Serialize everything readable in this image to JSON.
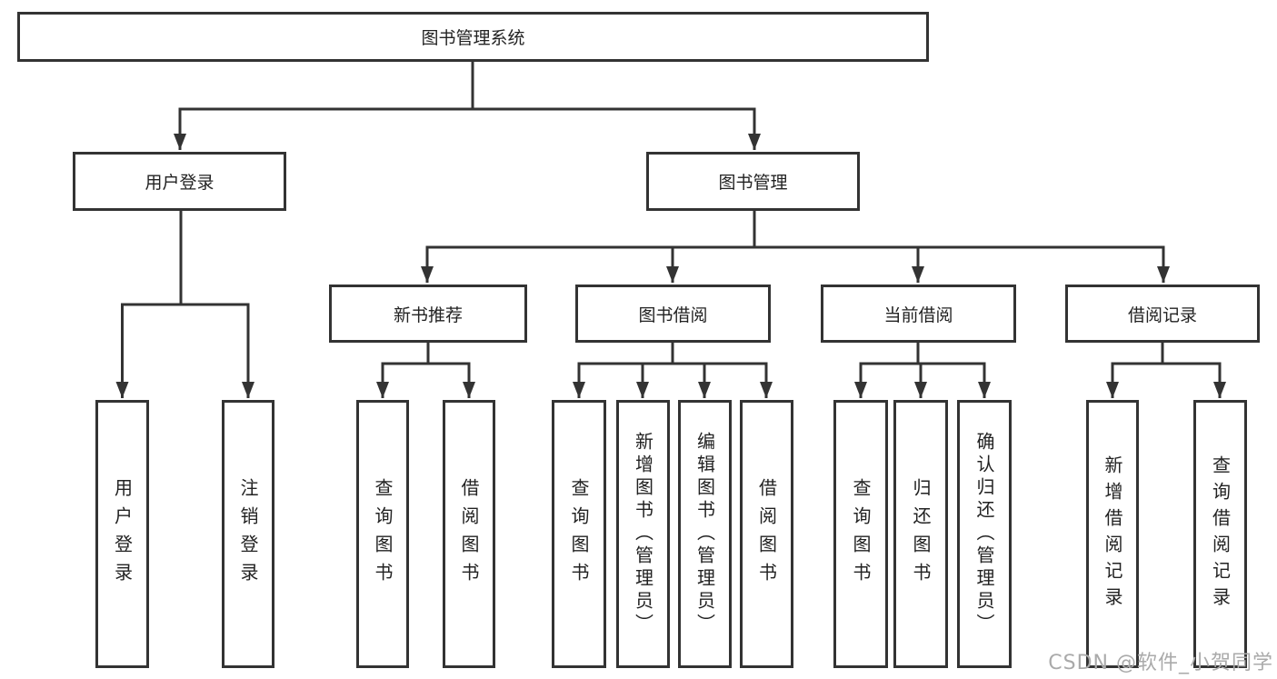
{
  "diagram_title": "图书管理系统",
  "nodes": {
    "root": "图书管理系统",
    "login": "用户登录",
    "mgmt": "图书管理",
    "newbook": "新书推荐",
    "borrow": "图书借阅",
    "current": "当前借阅",
    "records": "借阅记录",
    "user_login": "用户登录",
    "logout": "注销登录",
    "nb_query": "查询图书",
    "nb_borrow": "借阅图书",
    "bb_query": "查询图书",
    "bb_add": "新增图书（管理员）",
    "bb_edit": "编辑图书（管理员）",
    "bb_borrow": "借阅图书",
    "cb_query": "查询图书",
    "cb_return": "归还图书",
    "cb_confirm": "确认归还（管理员）",
    "rec_add": "新增借阅记录",
    "rec_query": "查询借阅记录"
  },
  "hierarchy": {
    "图书管理系统": {
      "用户登录": [
        "用户登录",
        "注销登录"
      ],
      "图书管理": {
        "新书推荐": [
          "查询图书",
          "借阅图书"
        ],
        "图书借阅": [
          "查询图书",
          "新增图书（管理员）",
          "编辑图书（管理员）",
          "借阅图书"
        ],
        "当前借阅": [
          "查询图书",
          "归还图书",
          "确认归还（管理员）"
        ],
        "借阅记录": [
          "新增借阅记录",
          "查询借阅记录"
        ]
      }
    }
  },
  "watermark": "CSDN @软件_小贺同学",
  "colors": {
    "line": "#333333",
    "box_border": "#333333",
    "box_background": "#ffffff",
    "text": "#222222",
    "watermark": "#aaaaaa"
  }
}
